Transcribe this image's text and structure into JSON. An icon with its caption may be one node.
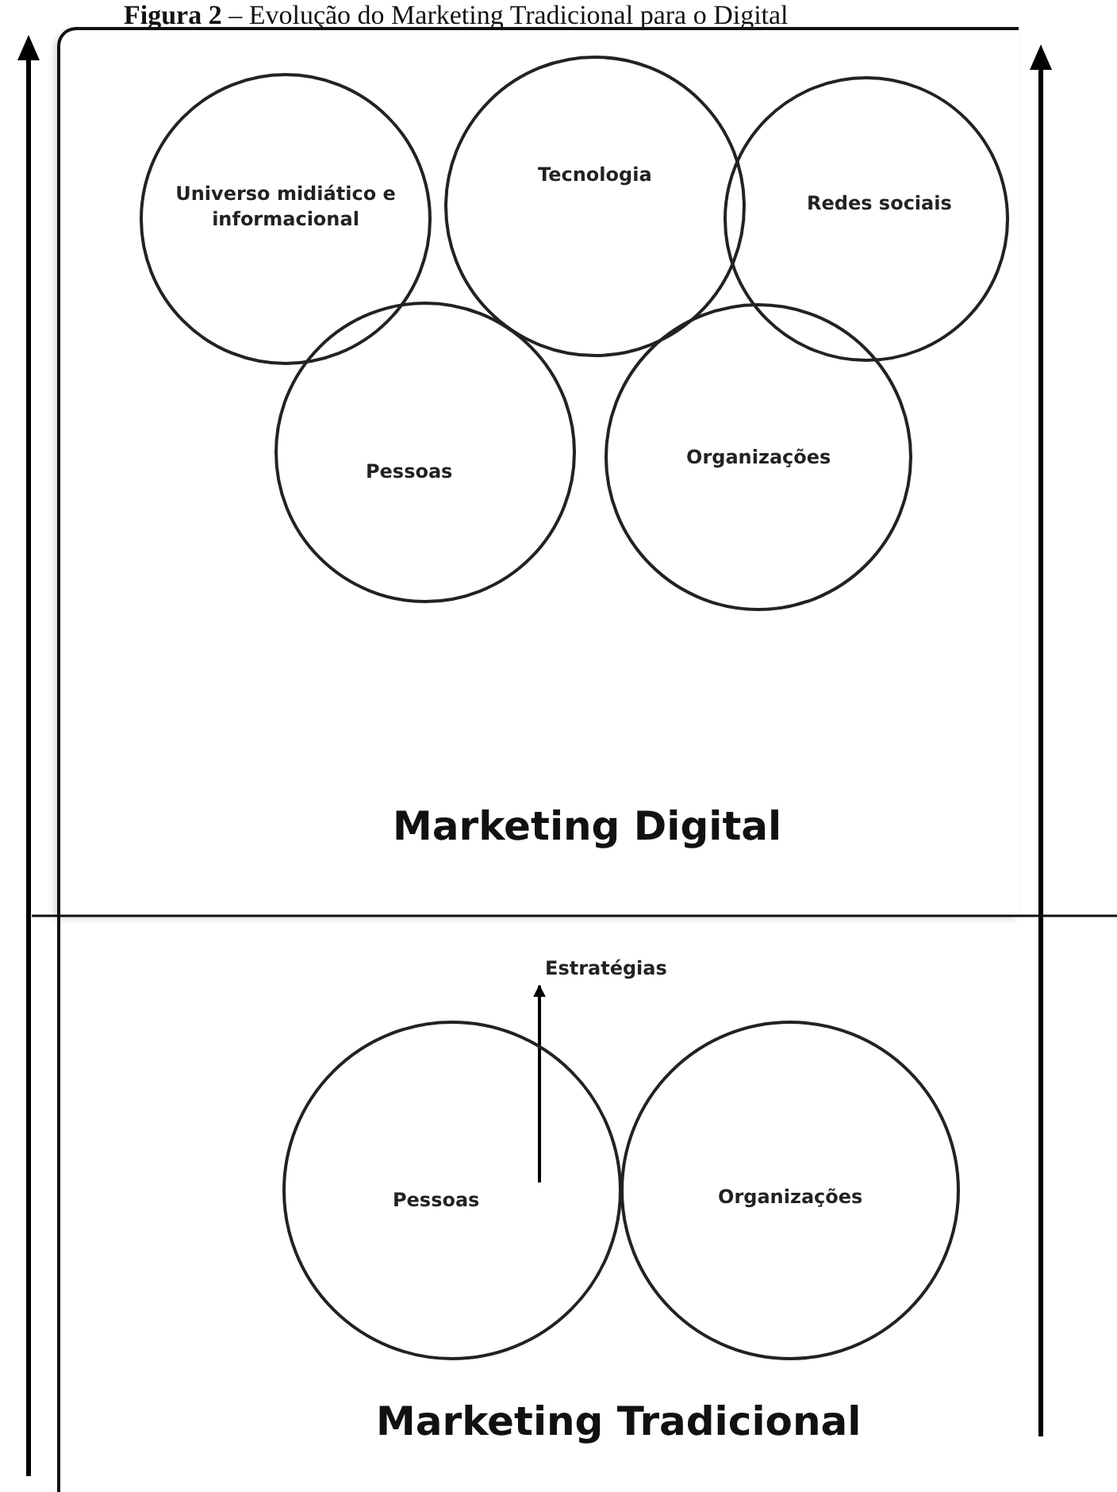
{
  "diagram": {
    "title": "**Figura 2** – Evolução do Marketing Tradicional para o Digital",
    "nodes": [
      {
        "text": [
          "Marketing Digital"
        ]
      },
      {
        "text": [
          "Universo midiático e informacional"
        ],
        "in": 0
      },
      {
        "text": [
          "Tecnologia"
        ],
        "in": 0
      },
      {
        "text": [
          "Redes sociais"
        ],
        "in": 0
      },
      {
        "text": [
          "Pessoas"
        ],
        "in": 0
      },
      {
        "text": [
          "Organizações"
        ],
        "in": 0
      },
      {
        "text": [
          "Marketing Tradicional"
        ]
      },
      {
        "text": [
          "Estratégias"
        ],
        "in": 6
      },
      {
        "text": [
          "Pessoas"
        ],
        "in": 6
      },
      {
        "text": [
          "Organizações"
        ],
        "in": 6
      }
    ],
    "edges": [
      {
        "from": 8,
        "to": 7,
        "arrow": "to"
      }
    ]
  }
}
